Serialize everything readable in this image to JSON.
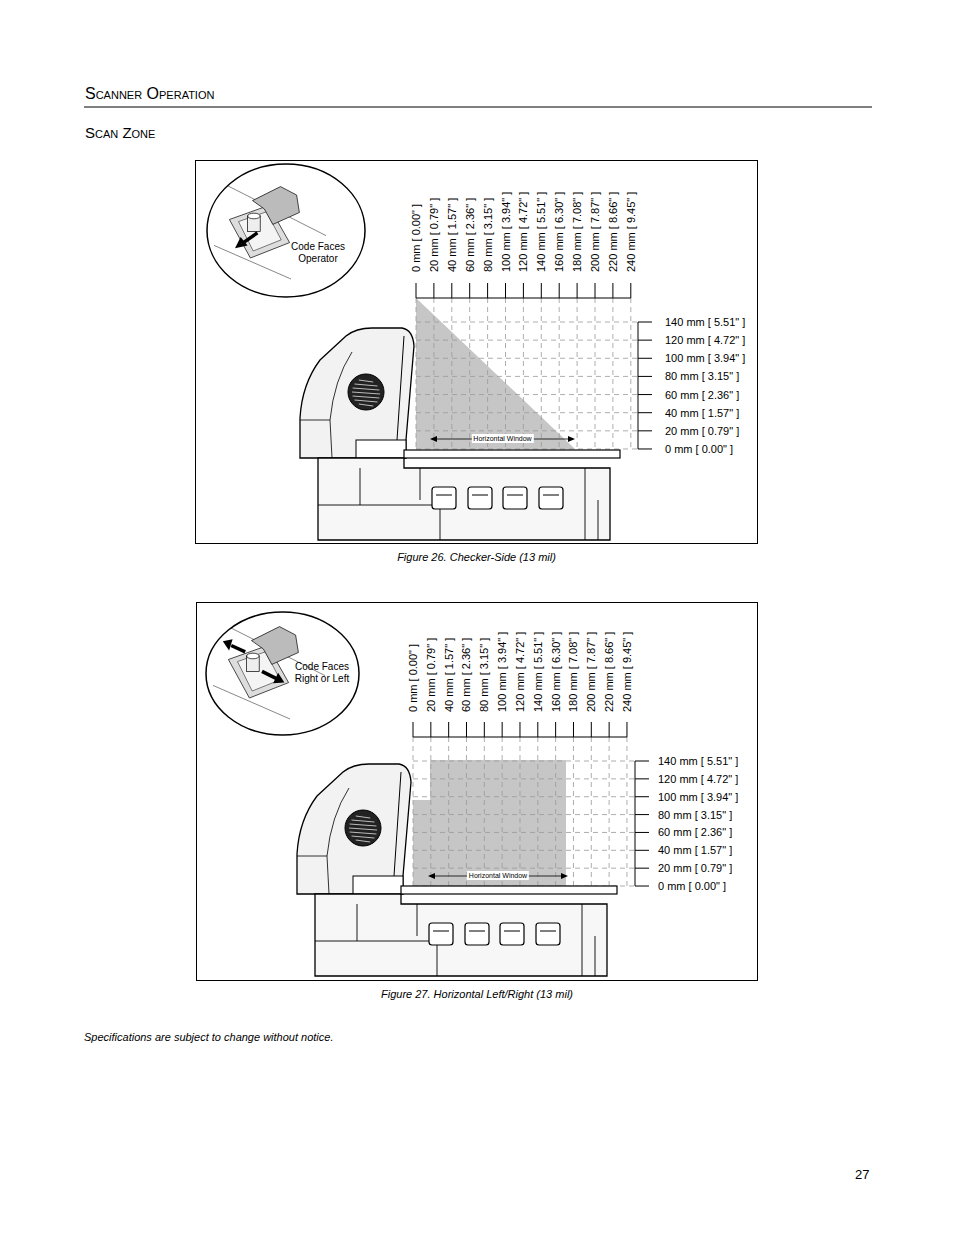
{
  "diagram": {
    "title": "Scanner Operation",
    "nodes": [
      {
        "text": [
          "Figure 26. Checker-Side (13 mil)"
        ]
      },
      {
        "text": [
          "Code Faces Operator"
        ],
        "in": 0
      },
      {
        "text": [
          "Figure 27. Horizontal Left/Right (13 mil)"
        ]
      },
      {
        "text": [
          "Code Faces Right or Left"
        ],
        "in": 2
      }
    ],
    "labels": [
      "Scan Zone",
      "0 mm [ 0.00\" ]",
      "20 mm [ 0.79\" ]",
      "40 mm [ 1.57\" ]",
      "60 mm [ 2.36\" ]",
      "80 mm [ 3.15\" ]",
      "100 mm [ 3.94\" ]",
      "120 mm [ 4.72\" ]",
      "140 mm [ 5.51\" ]",
      "160 mm [ 6.30\" ]",
      "180 mm [ 7.08\" ]",
      "200 mm [ 7.87\" ]",
      "220 mm [ 8.66\" ]",
      "240 mm [ 9.45\" ]",
      "140 mm [ 5.51\" ]",
      "120 mm [ 4.72\" ]",
      "100 mm [ 3.94\" ]",
      "80 mm [ 3.15\" ]",
      "60 mm [ 2.36\" ]",
      "40 mm [ 1.57\" ]",
      "20 mm [ 0.79\" ]",
      "0 mm [ 0.00\" ]",
      "Horizontal Window",
      "0 mm [ 0.00\" ]",
      "20 mm [ 0.79\" ]",
      "40 mm [ 1.57\" ]",
      "60 mm [ 2.36\" ]",
      "80 mm [ 3.15\" ]",
      "100 mm [ 3.94\" ]",
      "120 mm [ 4.72\" ]",
      "140 mm [ 5.51\" ]",
      "160 mm [ 6.30\" ]",
      "180 mm [ 7.08\" ]",
      "200 mm [ 7.87\" ]",
      "220 mm [ 8.66\" ]",
      "240 mm [ 9.45\" ]",
      "140 mm [ 5.51\" ]",
      "120 mm [ 4.72\" ]",
      "100 mm [ 3.94\" ]",
      "80 mm [ 3.15\" ]",
      "60 mm [ 2.36\" ]",
      "40 mm [ 1.57\" ]",
      "20 mm [ 0.79\" ]",
      "0 mm [ 0.00\" ]",
      "Horizontal Window",
      "Specifications are subject to change without notice.",
      "27"
    ]
  }
}
